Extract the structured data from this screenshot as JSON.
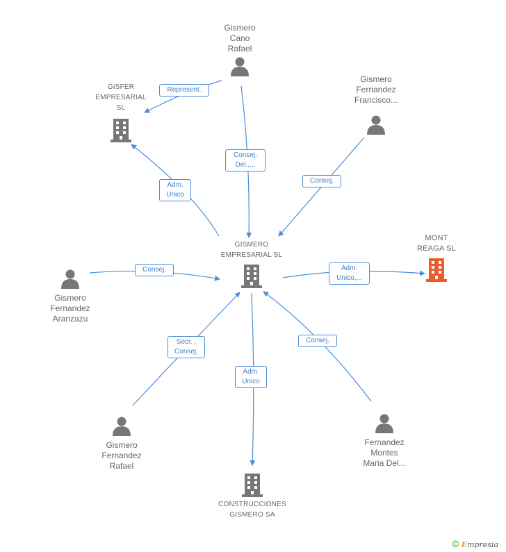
{
  "colors": {
    "edge": "#4a8ed8",
    "person_icon": "#777777",
    "company_icon": "#777777",
    "highlight_company": "#f05a28"
  },
  "nodes": {
    "cano_rafael": {
      "label": "Gismero\nCano\nRafael",
      "kind": "person",
      "icon": "person-icon"
    },
    "gisfer": {
      "label": "GISFER\nEMPRESARIAL\nSL",
      "kind": "company",
      "icon": "building-icon"
    },
    "fernandez_francisco": {
      "label": "Gismero\nFernandez\nFrancisco...",
      "kind": "person",
      "icon": "person-icon"
    },
    "gismero_empresarial": {
      "label": "GISMERO\nEMPRESARIAL SL",
      "kind": "company",
      "icon": "building-icon"
    },
    "mont_reaga": {
      "label": "MONT\nREAGA SL",
      "kind": "company",
      "icon": "building-icon"
    },
    "fernandez_aranzazu": {
      "label": "Gismero\nFernandez\nAranzazu",
      "kind": "person",
      "icon": "person-icon"
    },
    "fernandez_rafael": {
      "label": "Gismero\nFernandez\nRafael",
      "kind": "person",
      "icon": "person-icon"
    },
    "construcciones": {
      "label": "CONSTRUCCIONES\nGISMERO SA",
      "kind": "company",
      "icon": "building-icon"
    },
    "montes_maria": {
      "label": "Fernandez\nMontes\nMaria Del...",
      "kind": "person",
      "icon": "person-icon"
    }
  },
  "edges": {
    "represent": {
      "label": "Represent.",
      "from": "cano_rafael",
      "to": "gisfer"
    },
    "consej_del": {
      "label": "Consej.\nDel.,...",
      "from": "cano_rafael",
      "to": "gismero_empresarial"
    },
    "adm_unico_gisfer": {
      "label": "Adm.\nUnico",
      "from": "gismero_empresarial",
      "to": "gisfer"
    },
    "consej_francisco": {
      "label": "Consej.",
      "from": "fernandez_francisco",
      "to": "gismero_empresarial"
    },
    "consej_aranzazu": {
      "label": "Consej.",
      "from": "fernandez_aranzazu",
      "to": "gismero_empresarial"
    },
    "adm_unico_mont": {
      "label": "Adm.\nUnico,...",
      "from": "gismero_empresarial",
      "to": "mont_reaga"
    },
    "secr_consej": {
      "label": "Secr. ,\nConsej.",
      "from": "fernandez_rafael",
      "to": "gismero_empresarial"
    },
    "adm_unico_constr": {
      "label": "Adm.\nUnico",
      "from": "gismero_empresarial",
      "to": "construcciones"
    },
    "consej_maria": {
      "label": "Consej.",
      "from": "montes_maria",
      "to": "gismero_empresarial"
    }
  },
  "footer": {
    "copyright": "©",
    "brand_initial": "E",
    "brand_rest": "mpresia"
  }
}
